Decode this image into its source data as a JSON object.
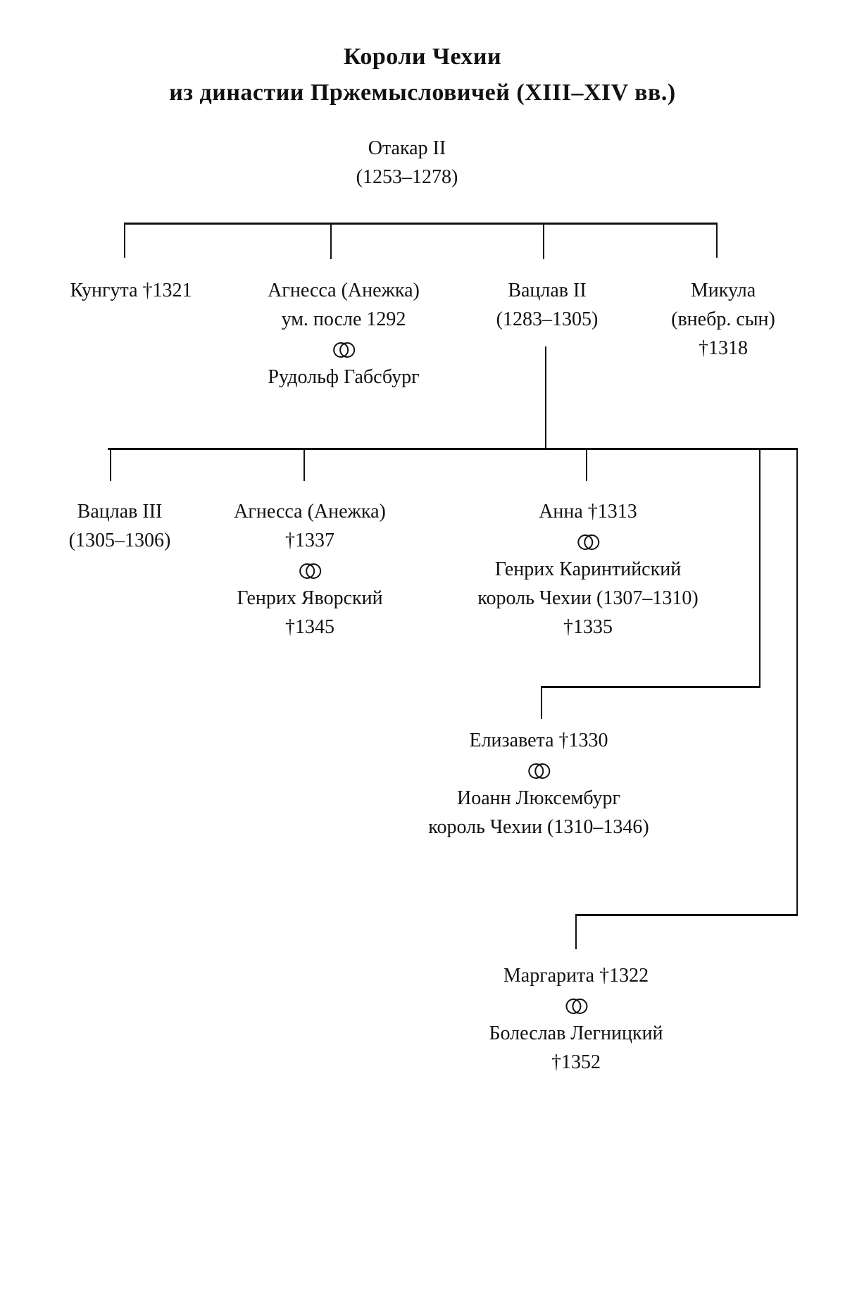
{
  "title": {
    "line1": "Короли Чехии",
    "line2": "из династии Пржемысловичей (XIII–XIV вв.)"
  },
  "root": {
    "name": "Отакар II",
    "reign": "(1253–1278)"
  },
  "generation1": [
    {
      "line1": "Кунгута †1321"
    },
    {
      "line1": "Агнесса (Анежка)",
      "line2": "ум. после 1292",
      "spouse": "Рудольф Габсбург"
    },
    {
      "line1": "Вацлав II",
      "line2": "(1283–1305)"
    },
    {
      "line1": "Микула",
      "line2": "(внебр. сын)",
      "line3": "†1318"
    }
  ],
  "generation2": [
    {
      "line1": "Вацлав III",
      "line2": "(1305–1306)"
    },
    {
      "line1": "Агнесса (Анежка)",
      "line2": "†1337",
      "spouse": "Генрих Яворский",
      "spouse_death": "†1345"
    },
    {
      "line1": "Анна †1313",
      "spouse": "Генрих Каринтийский",
      "spouse_title": "король Чехии (1307–1310)",
      "spouse_death": "†1335"
    },
    {
      "line1": "Елизавета †1330",
      "spouse": "Иоанн Люксембург",
      "spouse_title": "король Чехии (1310–1346)"
    },
    {
      "line1": "Маргарита †1322",
      "spouse": "Болеслав Легницкий",
      "spouse_death": "†1352"
    }
  ],
  "marriage_symbol": "marriage-rings-icon"
}
